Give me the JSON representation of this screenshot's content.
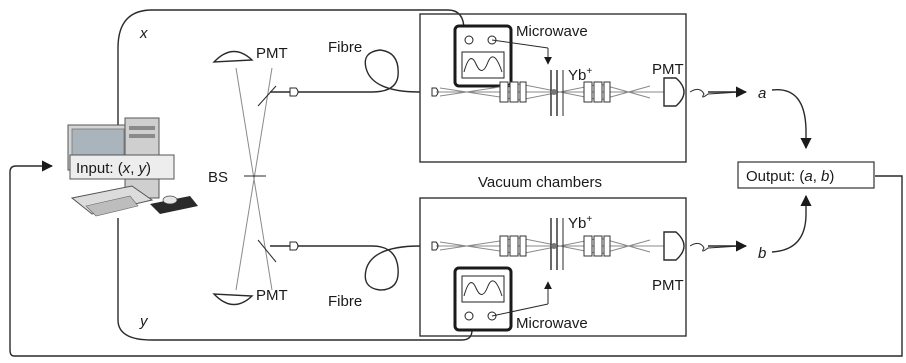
{
  "labels": {
    "x": "x",
    "y": "y",
    "pmt": "PMT",
    "fibre": "Fibre",
    "microwave": "Microwave",
    "yb": "Yb",
    "yb_charge": "+",
    "bs": "BS",
    "vacuum_chambers": "Vacuum chambers",
    "a": "a",
    "b": "b",
    "input_prefix": "Input: (",
    "input_x": "x",
    "input_sep": ", ",
    "input_y": "y",
    "input_suffix": ")",
    "output_prefix": "Output: (",
    "output_a": "a",
    "output_sep": ", ",
    "output_b": "b",
    "output_suffix": ")"
  },
  "colors": {
    "line": "#2a2a2a",
    "beam": "#8a8a8a",
    "chamber_border": "#333333",
    "computer_monitor": "#c8c8c8"
  }
}
